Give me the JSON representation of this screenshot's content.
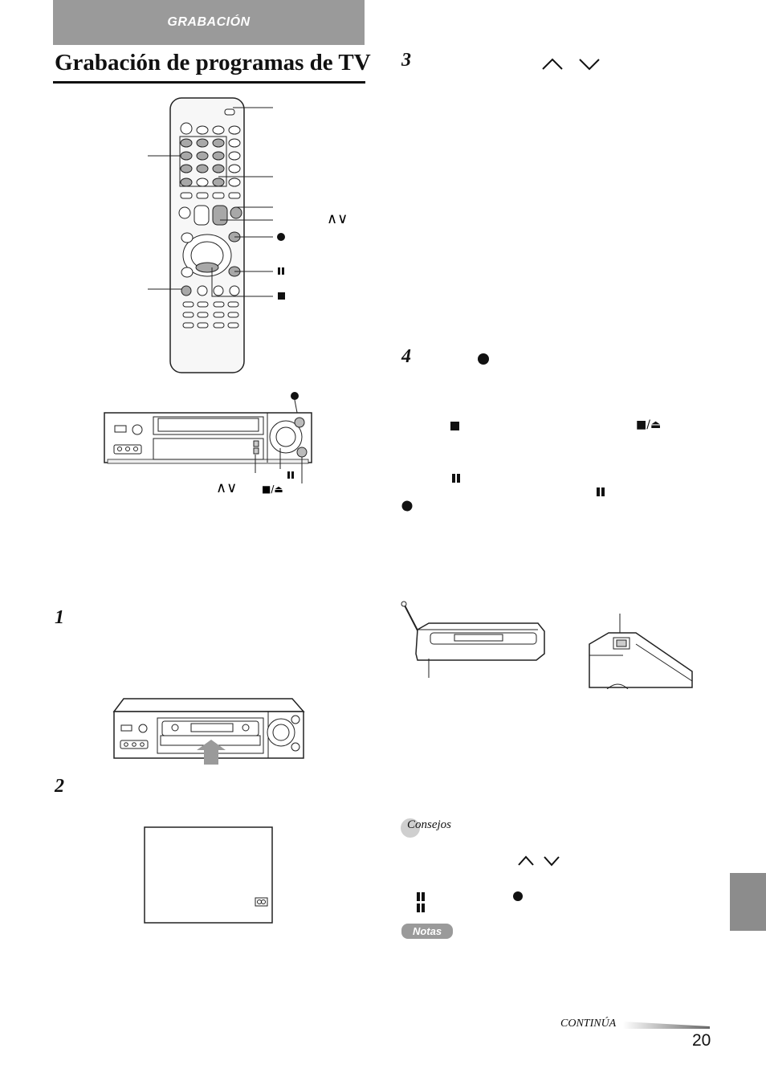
{
  "header": {
    "section": "GRABACIÓN"
  },
  "page_title": "Grabación de programas de TV",
  "steps": {
    "s1": "1",
    "s2": "2",
    "s3": "3",
    "s4": "4"
  },
  "symbols": {
    "ch_up_down": "∧ ∨",
    "record": "●",
    "pause": "❚❚",
    "stop": "■",
    "stop_eject": "■/⏏"
  },
  "tips": {
    "consejos": "Consejos",
    "notas": "Notas"
  },
  "footer": {
    "continua": "CONTINÚA",
    "page_number": "20"
  },
  "colors": {
    "header_band": "#9a9a9a",
    "side_tab": "#8c8c8c",
    "button_fill": "#a8a8a8"
  },
  "icons": [
    "remote-control-drawing",
    "vcr-front-drawing",
    "cassette-insert-drawing",
    "tv-screen-drawing",
    "cassette-tab-break-drawing",
    "cassette-tape-cover-drawing"
  ]
}
